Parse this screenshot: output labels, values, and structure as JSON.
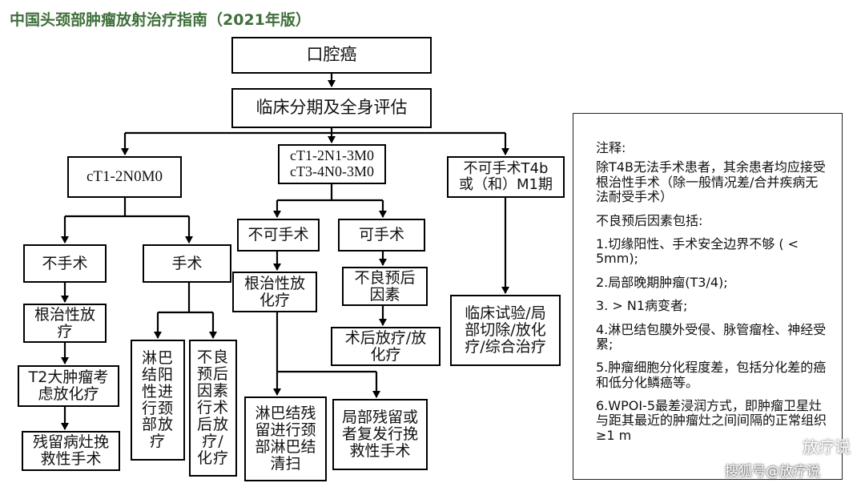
{
  "title": "中国头颈部肿瘤放射治疗指南（2021年版）",
  "nodes": {
    "root": "口腔癌",
    "staging": "临床分期及全身评估",
    "stage_a": "cT1-2N0M0",
    "stage_b": "cT1-2N1-3M0\ncT3-4N0-3M0",
    "stage_c": "不可手术T4b\n或（和）M1期",
    "a_no_surgery": "不手术",
    "a_surgery": "手术",
    "a_radical": "根治性放\n疗",
    "a_t2": "T2大肿瘤考\n虑放化疗",
    "a_residual": "残留病灶挽\n救性手术",
    "a_nodes_pos": "淋巴\n结阳\n性进\n行颈\n部放\n疗",
    "a_poor_prog": "不良\n预后\n因素\n行术\n后放\n疗/\n化疗",
    "b_inoperable": "不可手术",
    "b_operable": "可手术",
    "b_radical": "根治性放\n化疗",
    "b_poor_prog": "不良预后\n因素",
    "b_postop": "术后放疗/放\n化疗",
    "b_neck_dissect": "淋巴结残\n留进行颈\n部淋巴结\n清扫",
    "b_local_salvage": "局部残留或\n者复发行挽\n救性手术",
    "c_trial": "临床试验/局\n部切除/放化\n疗/综合治疗"
  },
  "notes": {
    "heading": "注释:",
    "items": [
      "除T4B无法手术患者，其余患者均应接受根治性手术（除一般情况差/合并疾病无法耐受手术）",
      "不良预后因素包括:",
      "1.切缘阳性、手术安全边界不够 ( < 5mm);",
      "2.局部晚期肿瘤(T3/4);",
      "3. > N1病变者;",
      "4.淋巴结包膜外受侵、脉管瘤栓、神经受累;",
      "5.肿瘤细胞分化程度差，包括分化差的癌和低分化鳞癌等。",
      "6.WPOI-5最差浸润方式，即肿瘤卫星灶与距其最近的肿瘤灶之间间隔的正常组织≥1 m"
    ]
  },
  "watermark": "放疗说",
  "credit": "搜狐号@放疗说"
}
